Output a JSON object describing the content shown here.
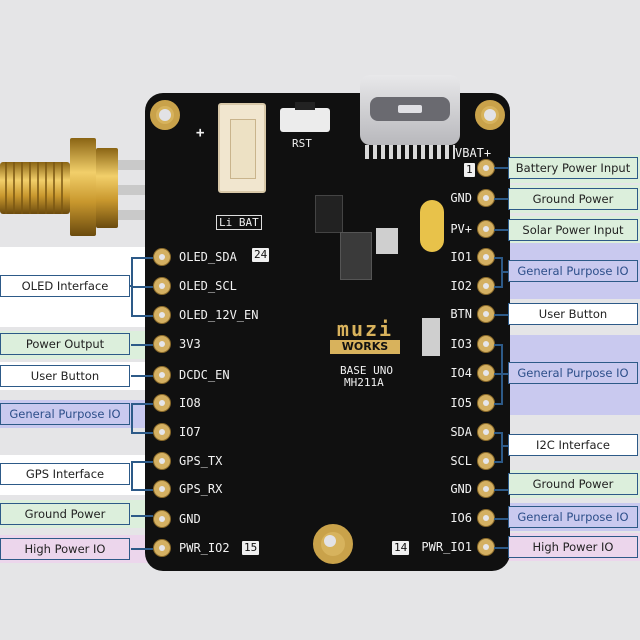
{
  "colors": {
    "green": "#dcefdc",
    "purple": "#c9c9ef",
    "pink": "#ecd6ec",
    "white": "#ffffff",
    "line": "#2d5a88"
  },
  "left_pins": [
    "OLED_SDA",
    "OLED_SCL",
    "OLED_12V_EN",
    "3V3",
    "DCDC_EN",
    "IO8",
    "IO7",
    "GPS_TX",
    "GPS_RX",
    "GND",
    "PWR_IO2"
  ],
  "right_pins": [
    "VBAT+",
    "GND",
    "PV+",
    "IO1",
    "IO2",
    "BTN",
    "IO3",
    "IO4",
    "IO5",
    "SDA",
    "SCL",
    "GND",
    "IO6",
    "PWR_IO1"
  ],
  "pin_numbers": {
    "left_top": "24",
    "left_bottom": "15",
    "right_top": "1",
    "right_bottom": "14"
  },
  "left_labels": {
    "oled": "OLED Interface",
    "power_output": "Power Output",
    "user_button": "User Button",
    "gpio": "General Purpose IO",
    "gps": "GPS Interface",
    "ground": "Ground Power",
    "high_power": "High Power IO"
  },
  "right_labels": {
    "battery": "Battery Power Input",
    "ground1": "Ground Power",
    "solar": "Solar Power Input",
    "gpio1": "General Purpose IO",
    "user_button": "User Button",
    "gpio2": "General Purpose IO",
    "i2c": "I2C Interface",
    "ground2": "Ground Power",
    "gpio3": "General Purpose IO",
    "high_power": "High Power IO"
  },
  "board_text": {
    "rst": "RST",
    "libat": "Li BAT",
    "plus": "+",
    "logo_top": "muzi",
    "logo_bottom": "WORKS",
    "model1": "BASE UNO",
    "model2": "MH211A"
  }
}
